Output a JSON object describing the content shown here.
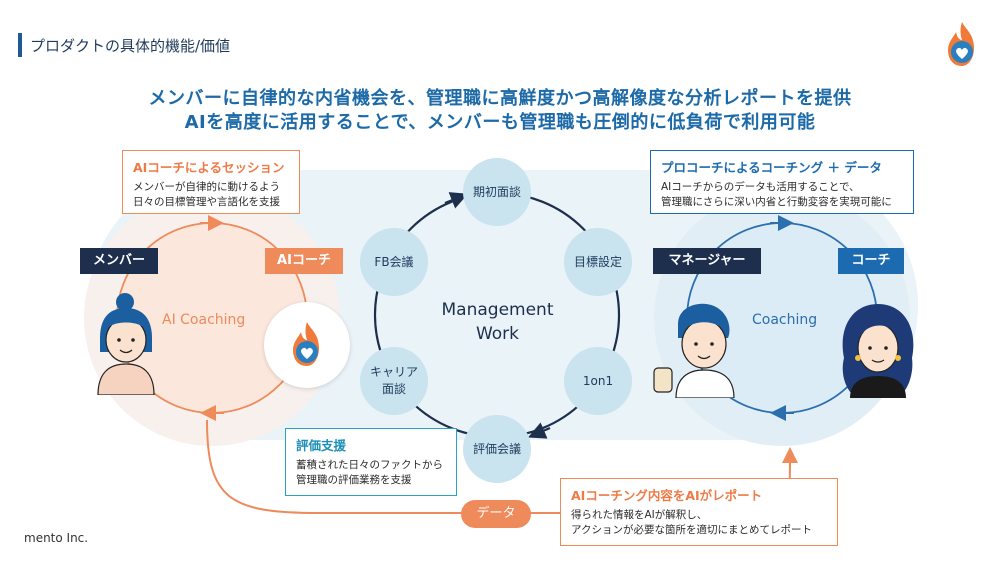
{
  "header": {
    "title": "プロダクトの具体的機能/価値",
    "headline_1": "メンバーに自律的な内省機会を、管理職に高鮮度かつ高解像度な分析レポートを提供",
    "headline_2": "AIを高度に活用することで、メンバーも管理職も圧倒的に低負荷で利用可能"
  },
  "left": {
    "box_title": "AIコーチによるセッション",
    "box_desc_1": "メンバーが自律的に動けるよう",
    "box_desc_2": "日々の目標管理や言語化を支援",
    "member_label": "メンバー",
    "ai_coach_label": "AIコーチ",
    "cycle_label": "AI Coaching"
  },
  "center": {
    "title_1": "Management",
    "title_2": "Work",
    "nodes": {
      "kishoki": "期初面談",
      "mokuhyo": "目標設定",
      "oneonone": "1on1",
      "hyoka_kaigi": "評価会議",
      "career_1": "キャリア",
      "career_2": "面談",
      "fb": "FB会議"
    },
    "eval_title": "評価支援",
    "eval_desc_1": "蓄積された日々のファクトから",
    "eval_desc_2": "管理職の評価業務を支援"
  },
  "right": {
    "box_title": "プロコーチによるコーチング ＋ データ",
    "box_desc_1": "AIコーチからのデータも活用することで、",
    "box_desc_2": "管理職にさらに深い内省と行動変容を実現可能に",
    "manager_label": "マネージャー",
    "coach_label": "コーチ",
    "cycle_label": "Coaching"
  },
  "bottom": {
    "data_label": "データ",
    "report_title": "AIコーチング内容をAIがレポート",
    "report_desc_1": "得られた情報をAIが解釈し、",
    "report_desc_2": "アクションが必要な箇所を適切にまとめてレポート"
  },
  "footer": {
    "company": "mento Inc."
  },
  "colors": {
    "navy": "#1e2f4d",
    "orange": "#ef8a5a",
    "blue": "#1c6bb0",
    "teal": "#2aa3c6",
    "light_blue": "#c9e3ef"
  }
}
